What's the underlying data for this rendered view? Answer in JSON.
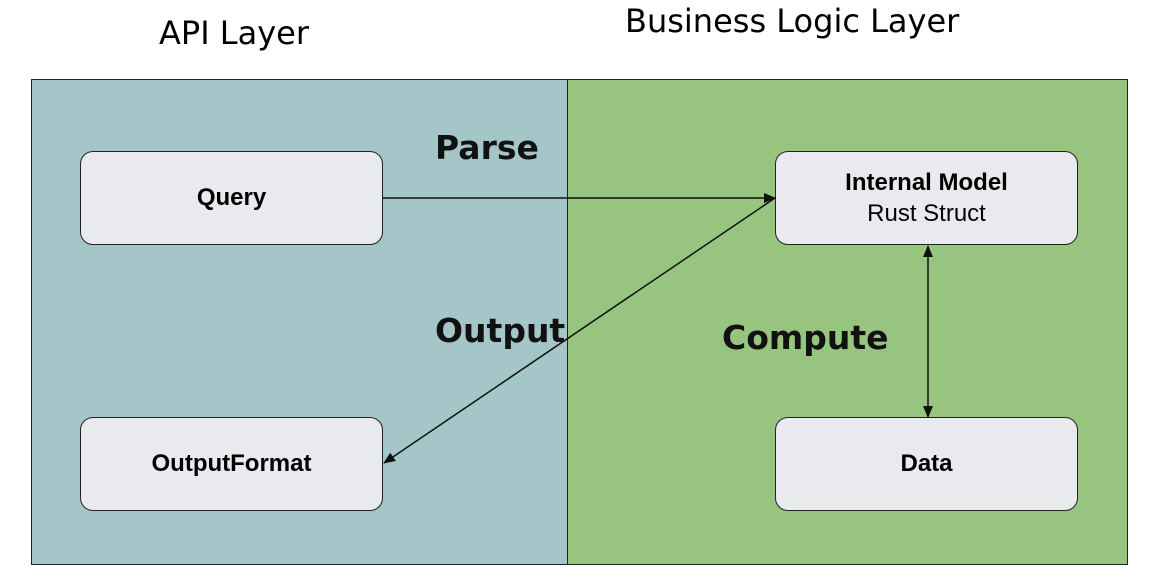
{
  "layers": {
    "api": {
      "title": "API Layer",
      "color": "#a5c6c9"
    },
    "business": {
      "title": "Business Logic Layer",
      "color": "#97c580"
    }
  },
  "nodes": {
    "query": {
      "label": "Query"
    },
    "internal_model": {
      "label": "Internal Model",
      "sublabel": "Rust Struct"
    },
    "output_format": {
      "label": "OutputFormat"
    },
    "data": {
      "label": "Data"
    }
  },
  "edges": {
    "parse": {
      "label": "Parse",
      "from": "Query",
      "to": "Internal Model"
    },
    "output": {
      "label": "Output",
      "from": "Internal Model",
      "to": "OutputFormat"
    },
    "compute": {
      "label": "Compute",
      "from": "Internal Model",
      "to": "Data",
      "bidirectional": true
    }
  }
}
